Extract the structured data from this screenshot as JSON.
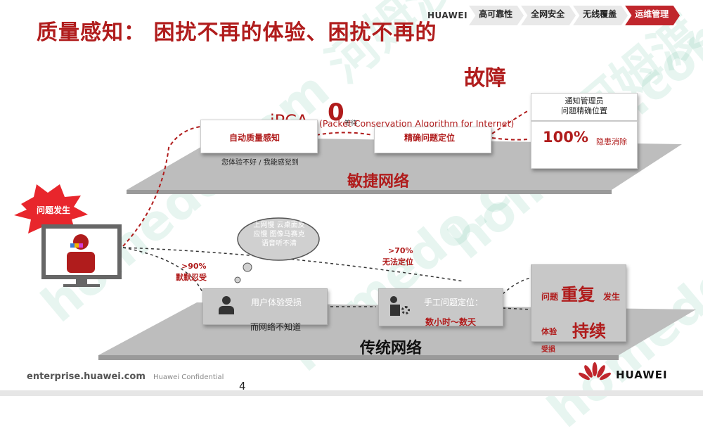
{
  "header": {
    "title_line1": "质量感知：  困扰不再的体验、困扰不再的",
    "title_line2": "故障",
    "brand": "HUAWEI",
    "tabs": [
      {
        "label": "高可靠性",
        "active": false
      },
      {
        "label": "全网安全",
        "active": false
      },
      {
        "label": "无线覆盖",
        "active": false
      },
      {
        "label": "运维管理",
        "active": true
      }
    ]
  },
  "top": {
    "ipca": "iPCA",
    "ipca_desc": "(Packet Conservation Algorithm for Internet)",
    "zero": "0",
    "zero_small": "等待",
    "box1_label": "自动质量感知",
    "box1_sub": "您体验不好 / 我能感觉到",
    "box2_label": "精确问题定位",
    "box3_label": "通知管理员\n问题精确位置",
    "percent": "100%",
    "percent_label": "隐患消除",
    "platform_label": "敏捷网络"
  },
  "left": {
    "burst_label": "问题发生",
    "cloud_text": "上网慢 云桌面反应慢 图像马赛克 语音听不清",
    "pct90": ">90%",
    "pct90_label": "默默忍受",
    "pct70": ">70%",
    "pct70_label": "无法定位"
  },
  "bottom": {
    "box1_line1": "用户体验受损",
    "box1_line2": "而网络不知道",
    "box2_line1": "手工问题定位：",
    "box2_line2": "数小时～数天",
    "box3_a": "问题",
    "box3_b": "重复",
    "box3_c": "发生",
    "box3_d": "体验",
    "box3_e": "持续",
    "box3_f": "受损",
    "platform_label": "传统网络"
  },
  "footer": {
    "site": "enterprise.huawei.com",
    "confidential": "Huawei Confidential",
    "page": "4",
    "logo": "HUAWEI"
  },
  "watermark": "homedo.com 河姆渡",
  "colors": {
    "accent": "#b01c1c",
    "tab_active": "#c0262c",
    "platform": "#bdbdbd"
  }
}
